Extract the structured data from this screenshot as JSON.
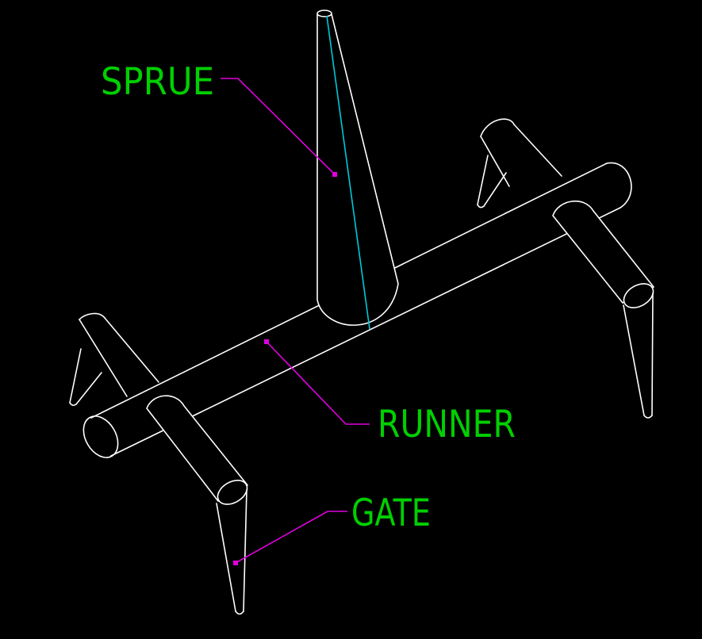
{
  "drawing": {
    "background": "#000000",
    "colors": {
      "geometry": "#ffffff",
      "centerline": "#00c8d8",
      "leader": "#e000e0",
      "label": "#00d000"
    },
    "labels": {
      "sprue": "SPRUE",
      "runner": "RUNNER",
      "gate": "GATE"
    }
  }
}
